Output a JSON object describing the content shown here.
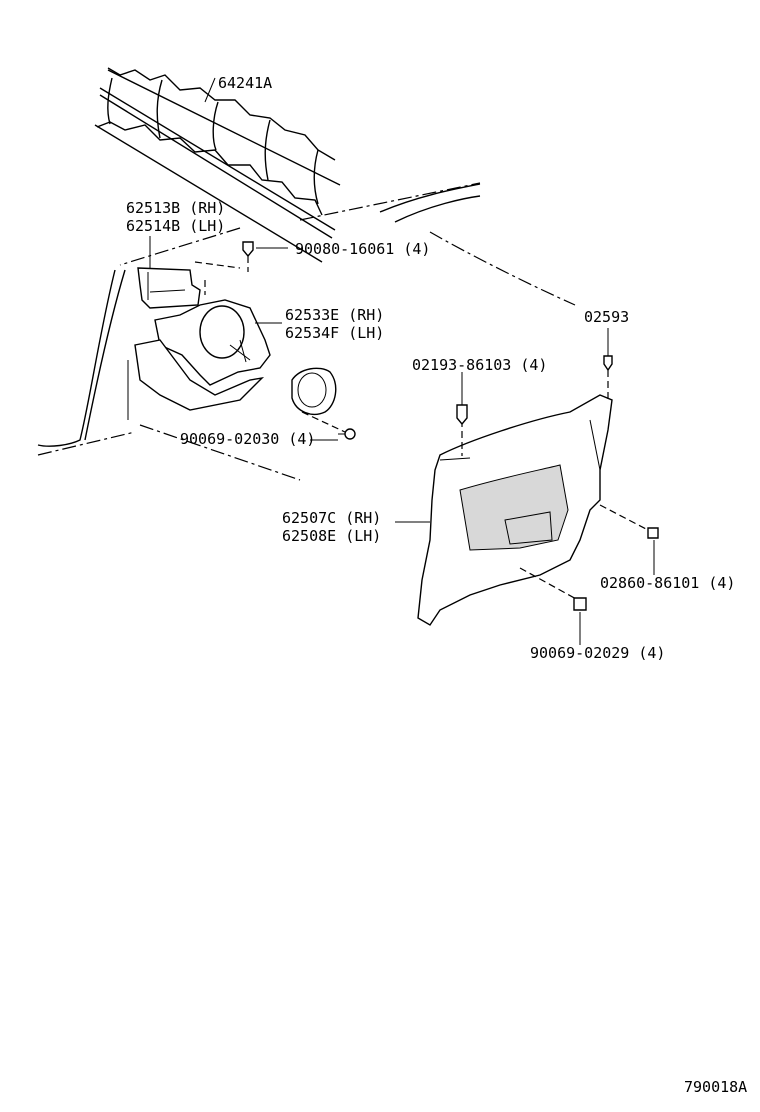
{
  "labels": {
    "net": "64241A",
    "bracket_rh": "62513B (RH)",
    "bracket_lh": "62514B (LH)",
    "clip_top": "90080-16061 (4)",
    "speaker_rh": "62533E (RH)",
    "speaker_lh": "62534F (LH)",
    "screw_left": "90069-02030 (4)",
    "clip_right_top": "02593",
    "clip_mid": "02193-86103 (4)",
    "trim_rh": "62507C (RH)",
    "trim_lh": "62508E (LH)",
    "clip_side": "02860-86101 (4)",
    "screw_bottom": "90069-02029 (4)",
    "diagram_code": "790018A"
  }
}
